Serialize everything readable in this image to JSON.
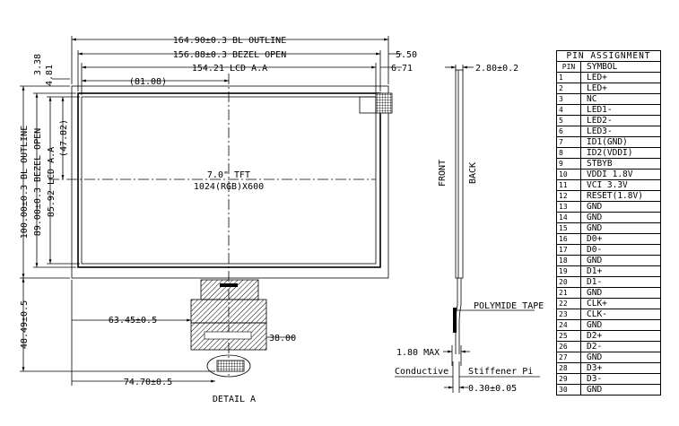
{
  "front_view": {
    "dims": {
      "bl_outline_w": "164.90±0.3 BL OUTLINE",
      "bezel_open_w": "156.88±0.3 BEZEL OPEN",
      "lcd_aa_w": "154.21 LCD A.A",
      "offset_550": "5.50",
      "offset_671": "6.71",
      "offset_338": "3.38",
      "offset_481": "4.81",
      "center_8108": "(81.08)",
      "center_4782": "(47.82)",
      "lcd_aa_h": "85.92 LCD A.A",
      "bezel_open_h": "89.00±0.3 BEZEL OPEN",
      "bl_outline_h": "100.00±0.3 BL OUTLINE",
      "fpc_len": "48.49±0.5",
      "fpc_x1": "63.45±0.5",
      "fpc_x2": "74.70±0.5",
      "fpc_w": "38.00"
    },
    "panel_line1": "7.0\" TFT",
    "panel_line2": "1024(RGB)X600",
    "detail_label": "DETAIL A"
  },
  "side_view": {
    "thickness": "2.80±0.2",
    "front_label": "FRONT",
    "back_label": "BACK",
    "polymide_tape": "POLYMIDE TAPE",
    "max_thickness": "1.80 MAX",
    "conductive": "Conductive",
    "stiffener": "Stiffener Pi",
    "fpc_thickness": "0.30±0.05"
  },
  "pin_table": {
    "title": "PIN   ASSIGNMENT",
    "col_pin": "PIN",
    "col_symbol": "SYMBOL",
    "rows": [
      {
        "pin": "1",
        "symbol": "LED+"
      },
      {
        "pin": "2",
        "symbol": "LED+"
      },
      {
        "pin": "3",
        "symbol": "NC"
      },
      {
        "pin": "4",
        "symbol": "LED1-"
      },
      {
        "pin": "5",
        "symbol": "LED2-"
      },
      {
        "pin": "6",
        "symbol": "LED3-"
      },
      {
        "pin": "7",
        "symbol": "ID1(GND)"
      },
      {
        "pin": "8",
        "symbol": "ID2(VDDI)"
      },
      {
        "pin": "9",
        "symbol": "STBYB"
      },
      {
        "pin": "10",
        "symbol": "VDDI 1.8V"
      },
      {
        "pin": "11",
        "symbol": "VCI 3.3V"
      },
      {
        "pin": "12",
        "symbol": "RESET(1.8V)"
      },
      {
        "pin": "13",
        "symbol": "GND"
      },
      {
        "pin": "14",
        "symbol": "GND"
      },
      {
        "pin": "15",
        "symbol": "GND"
      },
      {
        "pin": "16",
        "symbol": "D0+"
      },
      {
        "pin": "17",
        "symbol": "D0-"
      },
      {
        "pin": "18",
        "symbol": "GND"
      },
      {
        "pin": "19",
        "symbol": "D1+"
      },
      {
        "pin": "20",
        "symbol": "D1-"
      },
      {
        "pin": "21",
        "symbol": "GND"
      },
      {
        "pin": "22",
        "symbol": "CLK+"
      },
      {
        "pin": "23",
        "symbol": "CLK-"
      },
      {
        "pin": "24",
        "symbol": "GND"
      },
      {
        "pin": "25",
        "symbol": "D2+"
      },
      {
        "pin": "26",
        "symbol": "D2-"
      },
      {
        "pin": "27",
        "symbol": "GND"
      },
      {
        "pin": "28",
        "symbol": "D3+"
      },
      {
        "pin": "29",
        "symbol": "D3-"
      },
      {
        "pin": "30",
        "symbol": "GND"
      }
    ]
  }
}
